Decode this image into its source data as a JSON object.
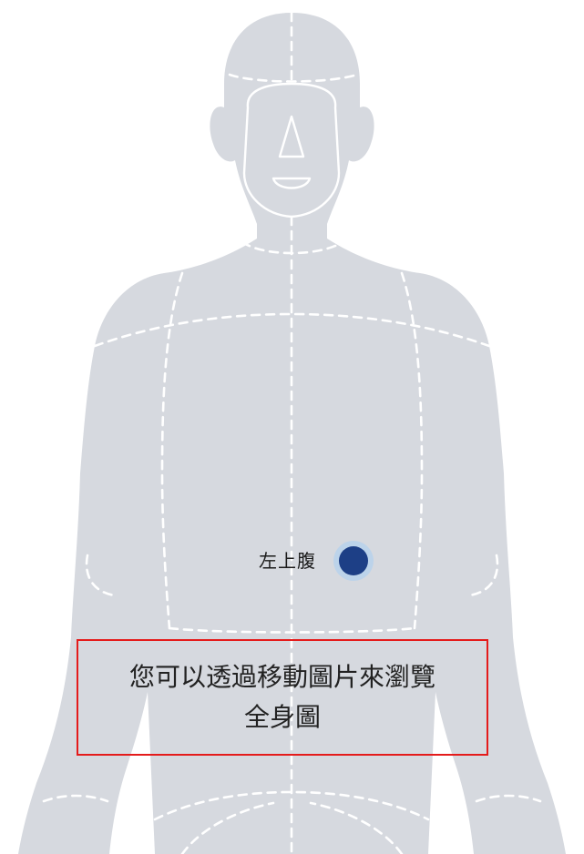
{
  "body_map": {
    "selected_region": {
      "label": "左上腹",
      "accent_color": "#1d3f86",
      "halo_color": "#bcd3ea"
    },
    "hint": {
      "line1": "您可以透過移動圖片來瀏覽",
      "line2": "全身圖",
      "border_color": "#e41b1b"
    },
    "figure_color": "#d6d9df"
  }
}
